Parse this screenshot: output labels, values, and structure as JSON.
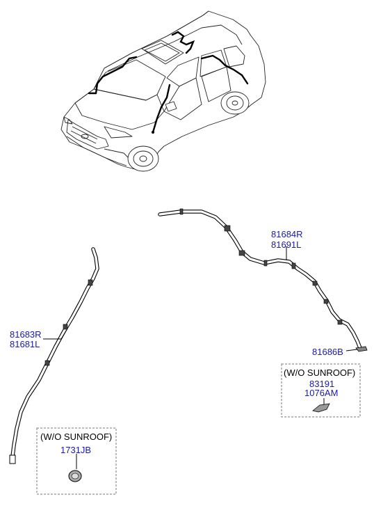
{
  "labels": {
    "hose_right_a": "81684R",
    "hose_right_b": "81691L",
    "hose_left_a": "81683R",
    "hose_left_b": "81681L",
    "end_part": "81686B",
    "right_box_title": "(W/O SUNROOF)",
    "right_box_part_a": "83191",
    "right_box_part_b": "1076AM",
    "left_box_title": "(W/O SUNROOF)",
    "left_box_part": "1731JB"
  },
  "colors": {
    "part_number": "#1a1aa8",
    "text": "#000000",
    "line": "#000000",
    "dashed_box": "#777777"
  }
}
